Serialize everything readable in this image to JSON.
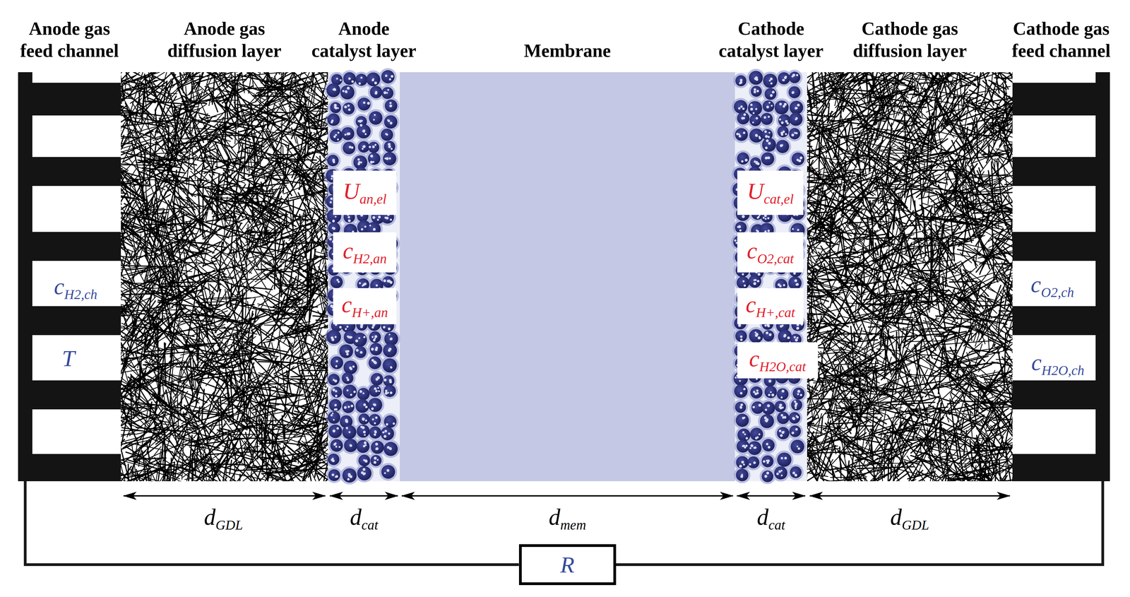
{
  "diagram": {
    "nodes": [
      {
        "text": [
          "Anode gas feed channel"
        ]
      },
      {
        "text": [
          "Anode gas diffusion layer"
        ]
      },
      {
        "text": [
          "Anode catalyst layer"
        ]
      },
      {
        "text": [
          "Membrane"
        ]
      },
      {
        "text": [
          "Cathode catalyst layer"
        ]
      },
      {
        "text": [
          "Cathode gas diffusion layer"
        ]
      },
      {
        "text": [
          "Cathode gas feed channel"
        ]
      },
      {
        "text": [
          "Uan,el"
        ],
        "in": 2
      },
      {
        "text": [
          "cH2,an"
        ],
        "in": 2
      },
      {
        "text": [
          "cH+,an"
        ],
        "in": 2
      },
      {
        "text": [
          "Ucat,el"
        ],
        "in": 4
      },
      {
        "text": [
          "cO2,cat"
        ],
        "in": 4
      },
      {
        "text": [
          "cH+,cat"
        ],
        "in": 4
      },
      {
        "text": [
          "cH2O,cat"
        ],
        "in": 4
      },
      {
        "text": [
          "R"
        ]
      }
    ],
    "edges": [
      {
        "from": 0,
        "to": 14,
        "arrow": "none"
      },
      {
        "from": 14,
        "to": 6,
        "arrow": "none"
      }
    ],
    "labels": [
      "cH2,ch",
      "T",
      "cO2,ch",
      "cH2O,ch",
      "dGDL",
      "dcat",
      "dmem",
      "dcat",
      "dGDL"
    ]
  }
}
